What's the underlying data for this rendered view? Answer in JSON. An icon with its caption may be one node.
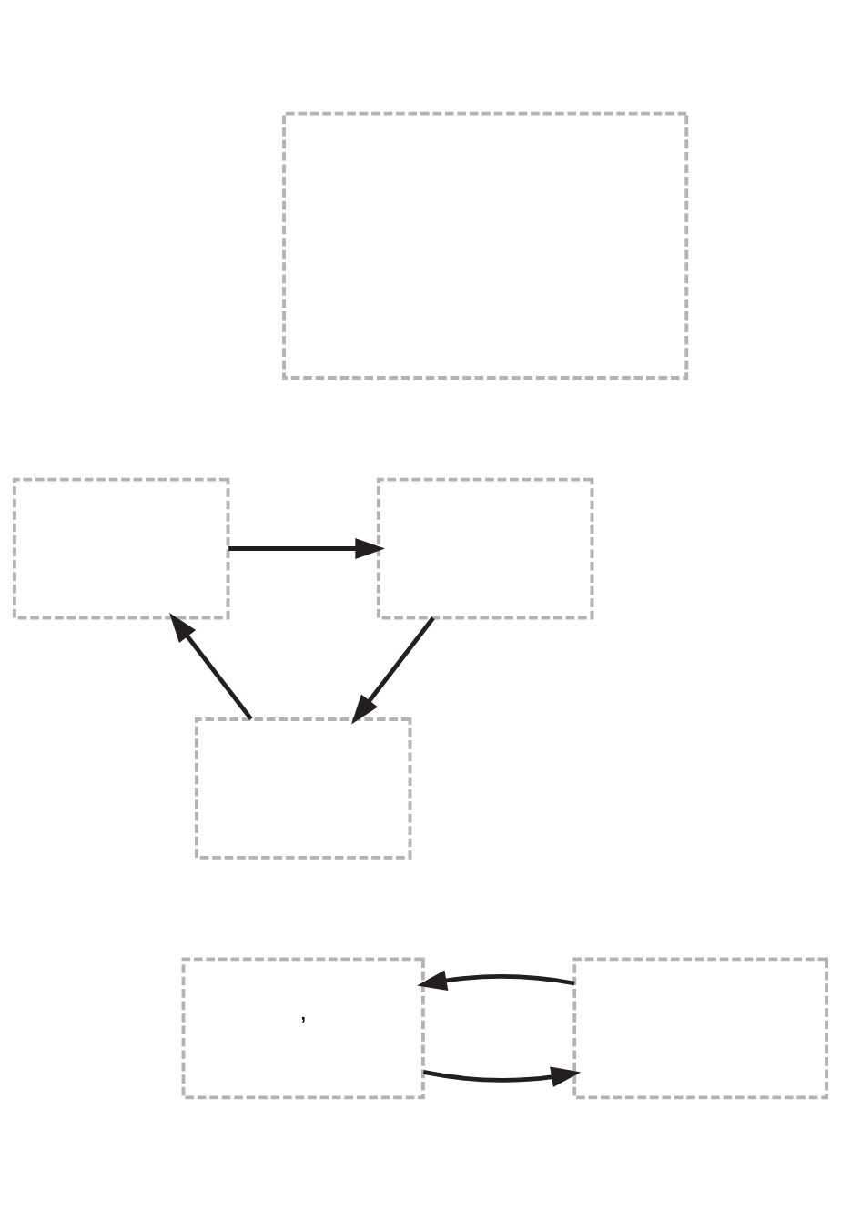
{
  "diagram": {
    "nodes": [
      {
        "text": [],
        "shape": "box"
      },
      {
        "text": [],
        "shape": "box"
      },
      {
        "text": [],
        "shape": "box"
      },
      {
        "text": [],
        "shape": "box"
      },
      {
        "text": [
          "’"
        ]
      },
      {
        "text": [],
        "shape": "box"
      }
    ],
    "edges": [
      {
        "from": 2,
        "to": 1,
        "arrow": "to"
      },
      {
        "from": 1,
        "to": 3,
        "arrow": "to"
      },
      {
        "from": 3,
        "to": 2,
        "arrow": "to"
      },
      {
        "from": 4,
        "to": 5,
        "arrow": "to"
      },
      {
        "from": 5,
        "to": 4,
        "arrow": "to"
      }
    ]
  }
}
